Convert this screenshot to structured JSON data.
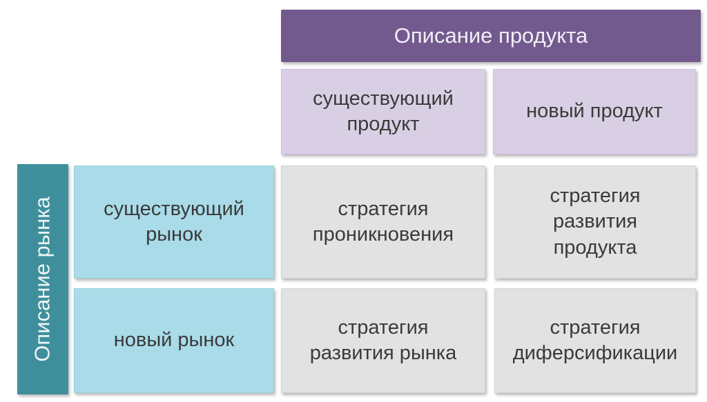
{
  "product_header": "Описание продукта",
  "market_header": "Описание рынка",
  "columns": [
    "существующий\nпродукт",
    "новый продукт"
  ],
  "rows": [
    "существующий\nрынок",
    "новый рынок"
  ],
  "strategies": [
    [
      "стратегия\nпроникновения",
      "стратегия\nразвития\nпродукта"
    ],
    [
      "стратегия\nразвития рынка",
      "стратегия\nдиферсификации"
    ]
  ],
  "colors": {
    "product_header": "#735a8e",
    "column_header": "#d9cfe4",
    "market_header": "#3e8f9b",
    "row_header": "#a9dbe8",
    "strategy": "#e2e2e2"
  }
}
